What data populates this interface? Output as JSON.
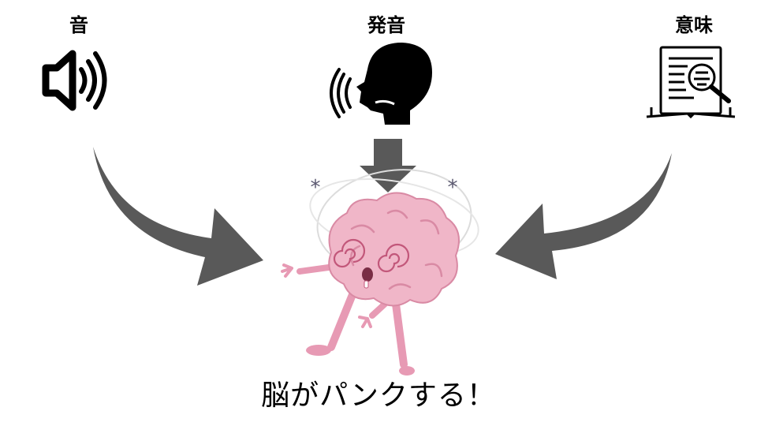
{
  "labels": {
    "sound": "音",
    "pronunciation": "発音",
    "meaning": "意味"
  },
  "caption": "脳がパンクする！",
  "icons": {
    "sound": "speaker-icon",
    "pronunciation": "speaking-head-icon",
    "meaning": "document-search-icon",
    "center": "dizzy-brain-illustration"
  },
  "colors": {
    "arrow": "#595959",
    "brain": "#f0b6c8",
    "brain_dark": "#d98aa4",
    "icon": "#000000"
  }
}
